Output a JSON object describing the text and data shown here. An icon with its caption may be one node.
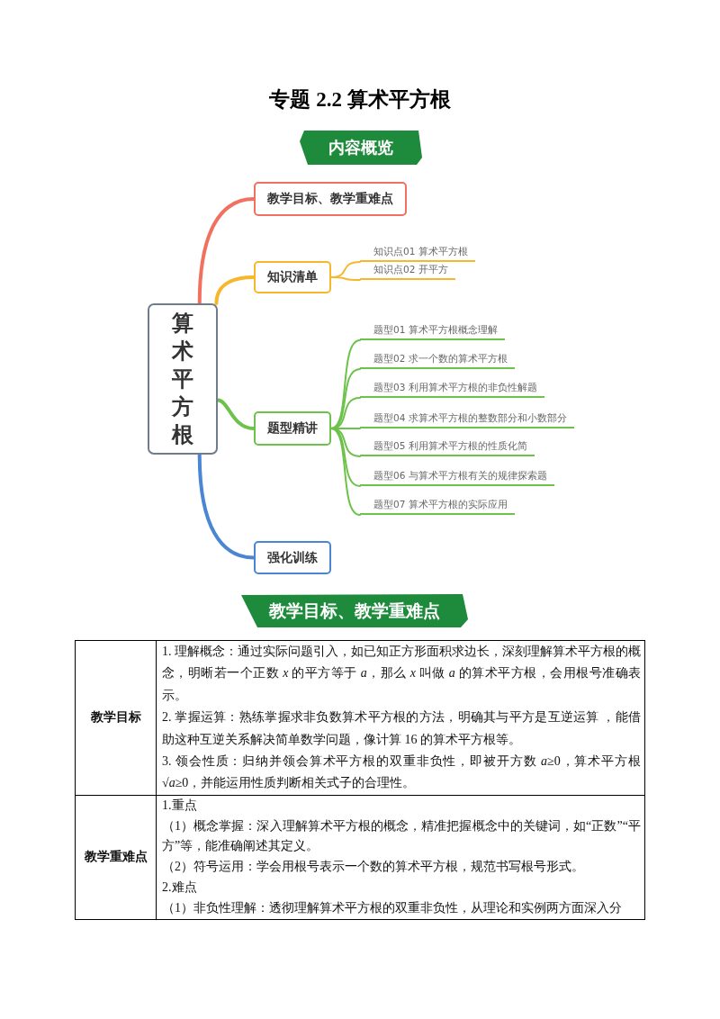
{
  "diagram": {
    "title": "专题 2.2 算术平方根",
    "nodes": [
      {
        "text": [
          "内容概览"
        ]
      },
      {
        "text": [
          "算术平方根"
        ]
      },
      {
        "text": [
          "教学目标、教学重难点"
        ]
      },
      {
        "text": [
          "知识清单"
        ]
      },
      {
        "text": [
          "知识点01 算术平方根"
        ]
      },
      {
        "text": [
          "知识点02 开平方"
        ]
      },
      {
        "text": [
          "题型精讲"
        ]
      },
      {
        "text": [
          "题型01 算术平方根概念理解"
        ]
      },
      {
        "text": [
          "题型02 求一个数的算术平方根"
        ]
      },
      {
        "text": [
          "题型03 利用算术平方根的非负性解题"
        ]
      },
      {
        "text": [
          "题型04 求算术平方根的整数部分和小数部分"
        ]
      },
      {
        "text": [
          "题型05 利用算术平方根的性质化简"
        ]
      },
      {
        "text": [
          "题型06 与算术平方根有关的规律探索题"
        ]
      },
      {
        "text": [
          "题型07 算术平方根的实际应用"
        ]
      },
      {
        "text": [
          "强化训练"
        ]
      },
      {
        "text": [
          "教学目标、教学重难点"
        ]
      }
    ],
    "edges": [
      {
        "from": 1,
        "to": 2,
        "arrow": "none",
        "style": "thick",
        "color": "#f1705f"
      },
      {
        "from": 1,
        "to": 3,
        "arrow": "none",
        "style": "thick",
        "color": "#f8b62d"
      },
      {
        "from": 3,
        "to": 4,
        "arrow": "none",
        "color": "#f8b62d"
      },
      {
        "from": 3,
        "to": 5,
        "arrow": "none",
        "color": "#f8b62d"
      },
      {
        "from": 1,
        "to": 6,
        "arrow": "none",
        "style": "thick"
      },
      {
        "from": 6,
        "to": 7,
        "arrow": "none"
      },
      {
        "from": 6,
        "to": 8,
        "arrow": "none"
      },
      {
        "from": 6,
        "to": 9,
        "arrow": "none"
      },
      {
        "from": 6,
        "to": 10,
        "arrow": "none"
      },
      {
        "from": 6,
        "to": 11,
        "arrow": "none"
      },
      {
        "from": 6,
        "to": 12,
        "arrow": "none"
      },
      {
        "from": 6,
        "to": 13,
        "arrow": "none"
      },
      {
        "from": 1,
        "to": 14,
        "arrow": "none",
        "style": "thick",
        "color": "#4a86d4"
      }
    ],
    "labels": [
      "教学目标",
      "1. 理解概念：通过实际问题引入，如已知正方形面积求边长，深刻理解算术平方根的概念，明晰若一个正数 *x* 的平方等于 *a*，那么 *x* 叫做 *a* 的算术平方根，会用根号准确表示。",
      "2. 掌握运算：熟练掌握求非负数算术平方根的方法，明确其与平方是互逆运算 ，能借助这种互逆关系解决简单数学问题，像计算 16 的算术平方根等。",
      "3. 领会性质：归纳并领会算术平方根的双重非负性，即被开方数 *a*≥0，算术平方根 √*a*≥0，并能运用性质判断相关式子的合理性。",
      "教学重难点",
      "1.重点",
      "（1）概念掌握：深入理解算术平方根的概念，精准把握概念中的关键词，如“正数”“平方”等，能准确阐述其定义。",
      "（2）符号运用：学会用根号表示一个数的算术平方根，规范书写根号形式。",
      "2.难点",
      "（1）非负性理解：透彻理解算术平方根的双重非负性，从理论和实例两方面深入分"
    ]
  }
}
